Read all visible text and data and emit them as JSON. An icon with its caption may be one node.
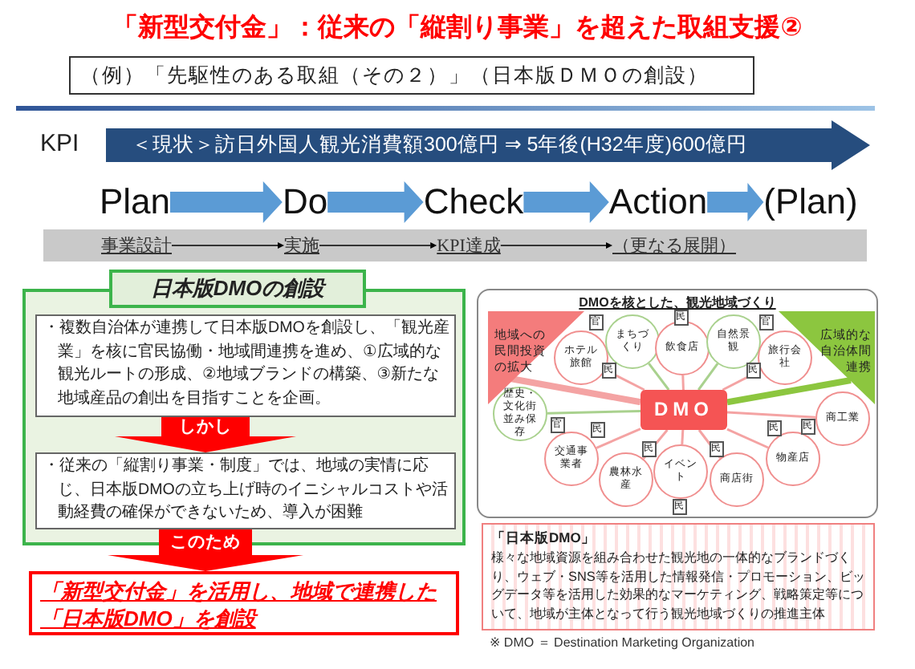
{
  "diagram": {
    "title": "「新型交付金」：従来の「縦割り事業」を超えた取組支援②",
    "nodes": [
      {
        "text": [
          "（例）「先駆性のある取組（その２）」（日本版ＤＭＯの創設）"
        ]
      },
      {
        "text": [
          "＜現状＞訪日外国人観光消費額300億円 ⇒ 5年後(H32年度)600億円"
        ],
        "beside": [
          "KPI"
        ]
      },
      {
        "text": [
          "Plan"
        ]
      },
      {
        "text": [
          "Do"
        ]
      },
      {
        "text": [
          "Check"
        ]
      },
      {
        "text": [
          "Action"
        ]
      },
      {
        "text": [
          "(Plan)"
        ]
      },
      {
        "text": [
          "事業設計"
        ]
      },
      {
        "text": [
          "実施"
        ]
      },
      {
        "text": [
          "KPI達成"
        ]
      },
      {
        "text": [
          "（更なる展開）"
        ]
      },
      {
        "text": [
          "日本版DMOの創設"
        ]
      },
      {
        "text": [
          "・複数自治体が連携して日本版DMOを創設し、「観光産業」を核に官民協働・地域間連携を進め、①広域的な観光ルートの形成、②地域ブランドの構築、③新たな地域産品の創出を目指すことを企画。"
        ],
        "in": 11
      },
      {
        "text": [
          "・従来の「縦割り事業・制度」では、地域の実情に応じ、日本版DMOの立ち上げ時のイニシャルコストや活動経費の確保ができないため、導入が困難"
        ],
        "in": 11
      },
      {
        "text": [
          "「新型交付金」を活用し、地域で連携した「日本版DMO」を創設"
        ]
      },
      {
        "text": [
          "DMOを核とした、観光地域づくり"
        ]
      },
      {
        "text": [
          "地域への民間投資の拡大"
        ],
        "in": 15
      },
      {
        "text": [
          "広域的な自治体間連携"
        ],
        "in": 15
      },
      {
        "text": [
          "DMO"
        ],
        "in": 15
      },
      {
        "text": [
          "ホテル旅館"
        ],
        "in": 15,
        "beside": [
          "民"
        ]
      },
      {
        "text": [
          "まちづくり"
        ],
        "in": 15,
        "beside": [
          "官"
        ]
      },
      {
        "text": [
          "飲食店"
        ],
        "in": 15,
        "beside": [
          "民"
        ]
      },
      {
        "text": [
          "自然景観"
        ],
        "in": 15,
        "beside": [
          "官"
        ]
      },
      {
        "text": [
          "旅行会社"
        ],
        "in": 15,
        "beside": [
          "民"
        ]
      },
      {
        "text": [
          "歴史・文化街並み保存"
        ],
        "in": 15,
        "beside": [
          "官"
        ]
      },
      {
        "text": [
          "商工業"
        ],
        "in": 15,
        "beside": [
          "民"
        ]
      },
      {
        "text": [
          "交通事業者"
        ],
        "in": 15,
        "beside": [
          "民"
        ]
      },
      {
        "text": [
          "農林水産"
        ],
        "in": 15,
        "beside": [
          "民"
        ]
      },
      {
        "text": [
          "イベント"
        ],
        "in": 15,
        "beside": [
          "民"
        ]
      },
      {
        "text": [
          "商店街"
        ],
        "in": 15,
        "beside": [
          "民"
        ]
      },
      {
        "text": [
          "物産店"
        ],
        "in": 15,
        "beside": [
          "民"
        ]
      },
      {
        "text": [
          "「日本版DMO」",
          "様々な地域資源を組み合わせた観光地の一体的なブランドづくり、ウェブ・SNS等を活用した情報発信・プロモーション、ビッグデータ等を活用した効果的なマーケティング、戦略策定等について、地域が主体となって行う観光地域づくりの推進主体"
        ]
      }
    ],
    "edges": [
      {
        "from": 2,
        "to": 3,
        "arrow": "to",
        "style": "thick",
        "color": "#5b9bd5"
      },
      {
        "from": 3,
        "to": 4,
        "arrow": "to",
        "style": "thick",
        "color": "#5b9bd5"
      },
      {
        "from": 4,
        "to": 5,
        "arrow": "to",
        "style": "thick",
        "color": "#5b9bd5"
      },
      {
        "from": 5,
        "to": 6,
        "arrow": "to",
        "style": "thick",
        "color": "#5b9bd5"
      },
      {
        "from": 7,
        "to": 8,
        "arrow": "to",
        "color": "#000000"
      },
      {
        "from": 8,
        "to": 9,
        "arrow": "to",
        "color": "#000000"
      },
      {
        "from": 9,
        "to": 10,
        "arrow": "to",
        "color": "#000000"
      },
      {
        "from": 12,
        "to": 13,
        "arrow": "to",
        "label": "しかし",
        "style": "thick",
        "color": "#ff0000"
      },
      {
        "from": 13,
        "to": 14,
        "arrow": "to",
        "label": "このため",
        "style": "thick",
        "color": "#ff0000"
      },
      {
        "from": 18,
        "to": 16,
        "arrow": "none",
        "style": "thick"
      },
      {
        "from": 18,
        "to": 17,
        "arrow": "none",
        "style": "thick",
        "color": "#8cc63f"
      },
      {
        "from": 18,
        "to": 19,
        "arrow": "none"
      },
      {
        "from": 18,
        "to": 20,
        "arrow": "none",
        "color": "#a9d18e"
      },
      {
        "from": 18,
        "to": 21,
        "arrow": "none"
      },
      {
        "from": 18,
        "to": 22,
        "arrow": "none",
        "color": "#a9d18e"
      },
      {
        "from": 18,
        "to": 23,
        "arrow": "none"
      },
      {
        "from": 18,
        "to": 24,
        "arrow": "none",
        "color": "#a9d18e"
      },
      {
        "from": 18,
        "to": 25,
        "arrow": "none"
      },
      {
        "from": 18,
        "to": 26,
        "arrow": "none"
      },
      {
        "from": 18,
        "to": 27,
        "arrow": "none"
      },
      {
        "from": 18,
        "to": 28,
        "arrow": "none"
      },
      {
        "from": 18,
        "to": 29,
        "arrow": "none"
      },
      {
        "from": 18,
        "to": 30,
        "arrow": "none"
      }
    ],
    "labels": [
      "※ DMO ＝ Destination Marketing Organization"
    ]
  }
}
